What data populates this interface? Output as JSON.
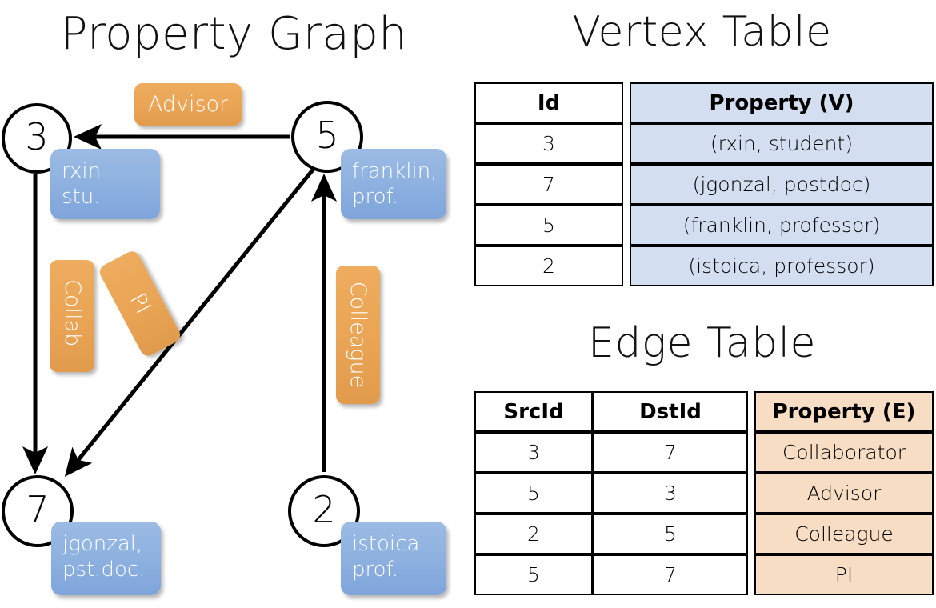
{
  "titles": {
    "property_graph": "Property Graph",
    "vertex_table": "Vertex Table",
    "edge_table": "Edge Table"
  },
  "graph": {
    "nodes": [
      {
        "id": "3",
        "label": "3",
        "property_lines": [
          "rxin",
          "stu."
        ]
      },
      {
        "id": "5",
        "label": "5",
        "property_lines": [
          "franklin,",
          "prof."
        ]
      },
      {
        "id": "7",
        "label": "7",
        "property_lines": [
          "jgonzal,",
          "pst.doc."
        ]
      },
      {
        "id": "2",
        "label": "2",
        "property_lines": [
          "istoica",
          "prof."
        ]
      }
    ],
    "edge_labels": [
      {
        "name": "advisor",
        "text": "Advisor",
        "orientation": "horizontal"
      },
      {
        "name": "collab",
        "text": "Collab.",
        "orientation": "vertical"
      },
      {
        "name": "pi",
        "text": "PI",
        "orientation": "diagonal"
      },
      {
        "name": "colleague",
        "text": "Colleague",
        "orientation": "vertical"
      }
    ],
    "edges": [
      {
        "src": "5",
        "dst": "3",
        "label": "Advisor"
      },
      {
        "src": "3",
        "dst": "7",
        "label": "Collab."
      },
      {
        "src": "5",
        "dst": "7",
        "label": "PI"
      },
      {
        "src": "2",
        "dst": "5",
        "label": "Colleague"
      }
    ]
  },
  "vertex_table": {
    "headers": [
      "Id",
      "Property (V)"
    ],
    "rows": [
      {
        "id": "3",
        "property": "(rxin, student)"
      },
      {
        "id": "7",
        "property": "(jgonzal, postdoc)"
      },
      {
        "id": "5",
        "property": "(franklin, professor)"
      },
      {
        "id": "2",
        "property": "(istoica, professor)"
      }
    ]
  },
  "edge_table": {
    "headers": [
      "SrcId",
      "DstId",
      "Property (E)"
    ],
    "rows": [
      {
        "src": "3",
        "dst": "7",
        "property": "Collaborator"
      },
      {
        "src": "5",
        "dst": "3",
        "property": "Advisor"
      },
      {
        "src": "2",
        "dst": "5",
        "property": "Colleague"
      },
      {
        "src": "5",
        "dst": "7",
        "property": "PI"
      }
    ]
  },
  "colors": {
    "vertex_property_fill": "#d3dff1",
    "edge_property_fill": "#f6ddc3",
    "node_property_box": "#8fb2e0",
    "edge_label_box": "#eaa556",
    "stroke": "#000000",
    "background": "#ffffff"
  }
}
